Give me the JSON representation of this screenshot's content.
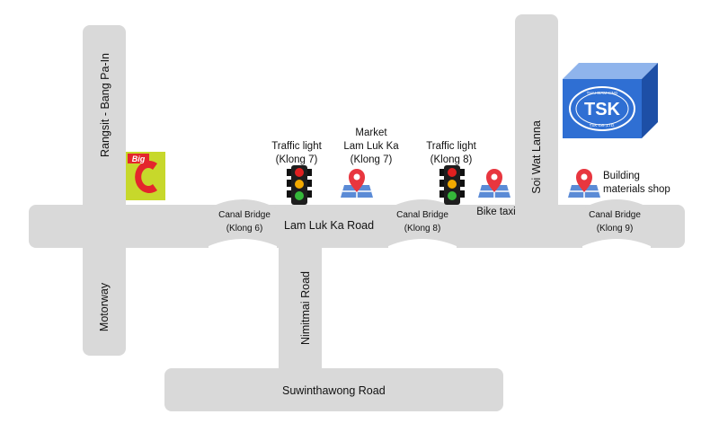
{
  "roads": {
    "rangsit": "Rangsit - Bang Pa-In",
    "motorway": "Motorway",
    "lam_luk_ka": "Lam Luk Ka Road",
    "nimitmai": "Nimitmai Road",
    "suwinthawong": "Suwinthawong Road",
    "soi_wat_lanna": "Soi Wat Lanna"
  },
  "bridges": [
    {
      "line1": "Canal Bridge",
      "line2": "(Klong 6)"
    },
    {
      "line1": "Canal Bridge",
      "line2": "(Klong 8)"
    },
    {
      "line1": "Canal Bridge",
      "line2": "(Klong 9)"
    }
  ],
  "pois": {
    "traffic_light_7": {
      "line1": "Traffic light",
      "line2": "(Klong 7)"
    },
    "market": {
      "line1": "Market",
      "line2": "Lam Luk Ka",
      "line3": "(Klong 7)"
    },
    "traffic_light_8": {
      "line1": "Traffic light",
      "line2": "(Klong 8)"
    },
    "bike_taxi": "Bike taxi",
    "building_shop": {
      "line1": "Building",
      "line2": "materials shop"
    }
  },
  "logos": {
    "bigc_small": "Big",
    "bigc_big": "C",
    "tsk": "TSK",
    "tsk_ring_top": "THAI SIAM KING",
    "tsk_ring_bottom": "TSK CO.,LTD."
  },
  "colors": {
    "road": "#d9d9d9",
    "pin": "#e8363f",
    "map_tile": "#5b8bd6",
    "bigc_yellow": "#c7d82b",
    "bigc_red": "#e4262c",
    "tsk_blue": "#2f6fd3",
    "light_red": "#e02020",
    "light_amber": "#f2a900",
    "light_green": "#35b83a"
  },
  "icons": [
    "traffic-light-icon",
    "map-pin-icon",
    "bigc-logo",
    "tsk-building-icon"
  ]
}
